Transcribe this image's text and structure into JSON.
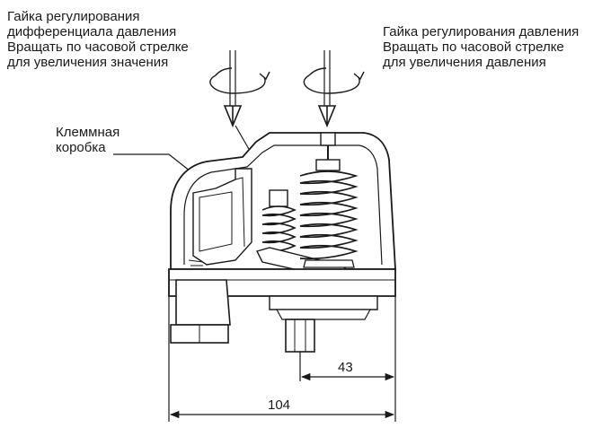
{
  "annotations": {
    "differential_nut": {
      "line1": "Гайка регулирования",
      "line2": "дифференциала давления",
      "line3": "Вращать по часовой стрелке",
      "line4": "для увеличения значения"
    },
    "pressure_nut": {
      "line1": "Гайка регулирования давления",
      "line2": "Вращать по часовой стрелке",
      "line3": "для увеличения давления"
    },
    "terminal_box": {
      "line1": "Клеммная",
      "line2": "коробка"
    }
  },
  "dimensions": {
    "small": "43",
    "large": "104"
  },
  "colors": {
    "line": "#1a1a1a",
    "background": "#ffffff",
    "shade": "#e6e6e6"
  }
}
